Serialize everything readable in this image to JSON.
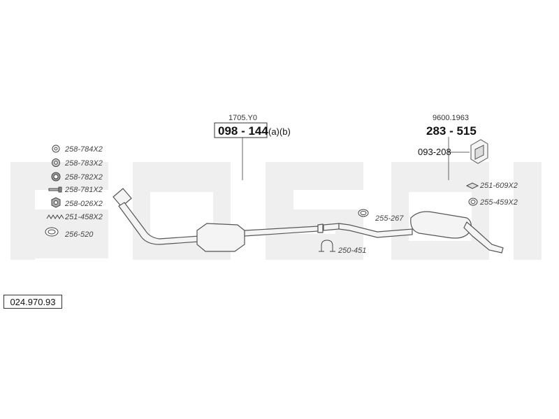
{
  "catalog_number": "024.970.93",
  "watermark": "bosal",
  "front_section": {
    "reference": "1705.Y0",
    "part_number": "098 - 144",
    "suffix": "(a)(b)"
  },
  "rear_section": {
    "reference": "9600.1963",
    "part_number": "283 - 515",
    "mount_part": "093-208"
  },
  "fittings_left": [
    {
      "code": "258-784X2",
      "icon": "washer-icon"
    },
    {
      "code": "258-783X2",
      "icon": "washer-icon"
    },
    {
      "code": "258-782X2",
      "icon": "washer-icon"
    },
    {
      "code": "258-781X2",
      "icon": "bolt-icon"
    },
    {
      "code": "258-026X2",
      "icon": "nut-icon"
    },
    {
      "code": "251-458X2",
      "icon": "spring-icon"
    },
    {
      "code": "256-520",
      "icon": "gasket-ring-icon"
    }
  ],
  "fittings_center": [
    {
      "code": "255-267",
      "icon": "clamp-ring-icon"
    },
    {
      "code": "250-451",
      "icon": "u-bolt-icon"
    }
  ],
  "fittings_right": [
    {
      "code": "251-609X2",
      "icon": "bolt-icon"
    },
    {
      "code": "255-459X2",
      "icon": "rubber-ring-icon"
    }
  ],
  "colors": {
    "line": "#555555",
    "watermark": "#eeeeee",
    "pipe_fill": "#f4f4f4"
  }
}
